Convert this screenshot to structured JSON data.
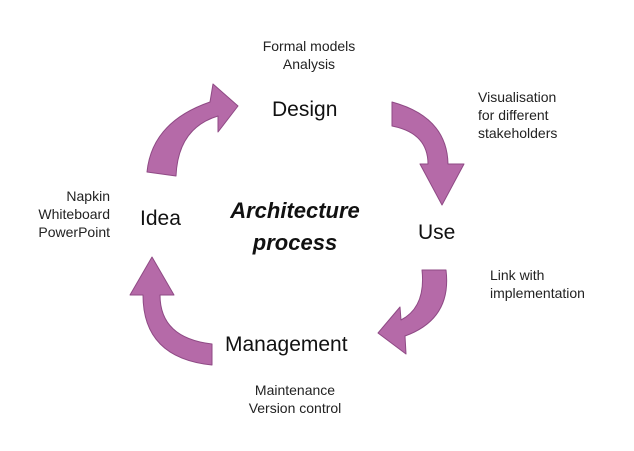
{
  "diagram": {
    "center_title": [
      "Architecture",
      "process"
    ],
    "stages": {
      "design": "Design",
      "use": "Use",
      "management": "Management",
      "idea": "Idea"
    },
    "notes": {
      "design": [
        "Formal models",
        "Analysis"
      ],
      "use": [
        "Visualisation",
        "for different",
        "stakeholders"
      ],
      "management_right": [
        "Link with",
        "implementation"
      ],
      "management_bottom": [
        "Maintenance",
        "Version control"
      ],
      "idea": [
        "Napkin",
        "Whiteboard",
        "PowerPoint"
      ]
    },
    "colors": {
      "arrow_fill": "#b56aa8",
      "arrow_stroke": "#8f4a85"
    }
  }
}
